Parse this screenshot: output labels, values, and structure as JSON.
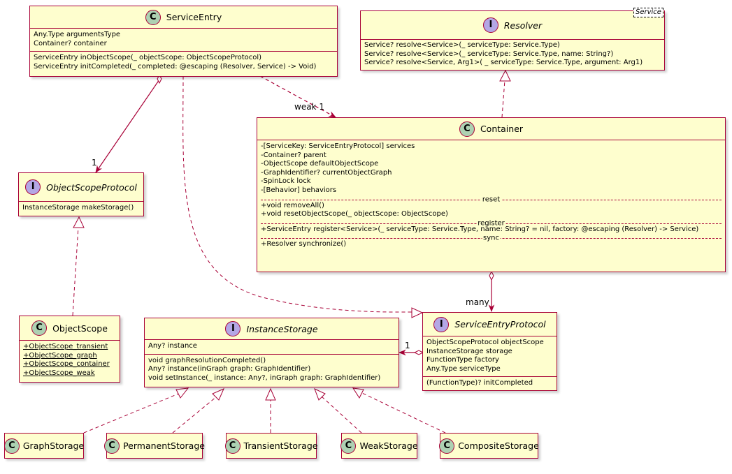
{
  "service_entry": {
    "name": "ServiceEntry",
    "fields": [
      "Any.Type argumentsType",
      "Container? container"
    ],
    "methods": [
      "ServiceEntry inObjectScope(_ objectScope: ObjectScopeProtocol)",
      "ServiceEntry initCompleted(_ completed: @escaping (Resolver, Service) -> Void)"
    ]
  },
  "resolver": {
    "name": "Resolver",
    "template": "Service",
    "methods": [
      "Service? resolve<Service>(_ serviceType: Service.Type)",
      "Service? resolve<Service>(_ serviceType: Service.Type, name: String?)",
      "Service? resolve<Service, Arg1>( _ serviceType: Service.Type, argument: Arg1)"
    ]
  },
  "container": {
    "name": "Container",
    "fields": [
      "-[ServiceKey: ServiceEntryProtocol] services",
      "-Container? parent",
      "-ObjectScope defaultObjectScope",
      "-GraphIdentifier? currentObjectGraph",
      "-SpinLock lock",
      "-[Behavior] behaviors"
    ],
    "section_reset": "reset",
    "reset_methods": [
      "+void removeAll()",
      "+void resetObjectScope(_ objectScope: ObjectScope)"
    ],
    "section_register": "register",
    "register_methods": [
      "+ServiceEntry register<Service>(_ serviceType: Service.Type, name: String? = nil, factory: @escaping (Resolver) -> Service)"
    ],
    "section_sync": "sync",
    "sync_methods": [
      "+Resolver synchronize()"
    ]
  },
  "object_scope_protocol": {
    "name": "ObjectScopeProtocol",
    "methods": [
      "InstanceStorage makeStorage()"
    ]
  },
  "object_scope": {
    "name": "ObjectScope",
    "fields": [
      "+ObjectScope_transient",
      "+ObjectScope_graph",
      "+ObjectScope_container",
      "+ObjectScope_weak"
    ]
  },
  "instance_storage": {
    "name": "InstanceStorage",
    "fields": [
      "Any? instance"
    ],
    "methods": [
      "void graphResolutionCompleted()",
      "Any? instance(inGraph graph: GraphIdentifier)",
      "void setInstance(_ instance: Any?, inGraph graph: GraphIdentifier)"
    ]
  },
  "service_entry_protocol": {
    "name": "ServiceEntryProtocol",
    "fields": [
      "ObjectScopeProtocol objectScope",
      "InstanceStorage storage",
      "FunctionType factory",
      "Any.Type serviceType"
    ],
    "methods": [
      "(FunctionType)? initCompleted"
    ]
  },
  "storages": [
    "GraphStorage",
    "PermanentStorage",
    "TransientStorage",
    "WeakStorage",
    "CompositeStorage"
  ],
  "edge_labels": {
    "weak": "weak 1",
    "scope_mult": "1",
    "many": "many",
    "storage_mult": "1"
  },
  "stereotype_letters": {
    "class": "C",
    "interface": "I"
  },
  "colors": {
    "border": "#a80036",
    "fill": "#fefece",
    "class_badge": "#add1b2",
    "interface_badge": "#b4a7e5"
  }
}
